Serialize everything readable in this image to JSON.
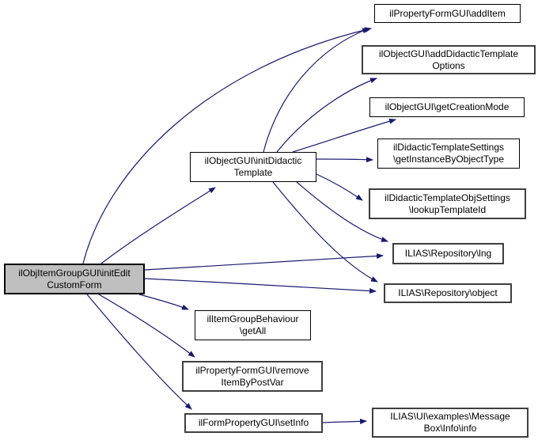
{
  "diagram": {
    "type": "call-graph",
    "background_color": "#ffffff",
    "edge_color": "#191970",
    "node_fill": "#ffffff",
    "node_border_color": "#000000",
    "main_node_fill": "#bfbfbf",
    "text_color": "#000000"
  },
  "nodes": {
    "initEditCustomForm": {
      "label": "ilObjItemGroupGUI\\initEdit\nCustomForm",
      "role": "root"
    },
    "initDidacticTemplate": {
      "label": "ilObjectGUI\\initDidactic\nTemplate"
    },
    "addItem": {
      "label": "ilPropertyFormGUI\\addItem"
    },
    "addDidacticTemplateOptions": {
      "label": "ilObjectGUI\\addDidacticTemplate\nOptions"
    },
    "getCreationMode": {
      "label": "ilObjectGUI\\getCreationMode"
    },
    "getInstanceByObjectType": {
      "label": "ilDidacticTemplateSettings\n\\getInstanceByObjectType"
    },
    "lookupTemplateId": {
      "label": "ilDidacticTemplateObjSettings\n\\lookupTemplateId"
    },
    "lng": {
      "label": "ILIAS\\Repository\\lng"
    },
    "object": {
      "label": "ILIAS\\Repository\\object"
    },
    "getAll": {
      "label": "ilItemGroupBehaviour\n\\getAll"
    },
    "removeItemByPostVar": {
      "label": "ilPropertyFormGUI\\remove\nItemByPostVar"
    },
    "setInfo": {
      "label": "ilFormPropertyGUI\\setInfo"
    },
    "messageBoxInfo": {
      "label": "ILIAS\\UI\\examples\\Message\nBox\\Info\\info"
    }
  },
  "edges": [
    {
      "from": "initEditCustomForm",
      "to": "addItem"
    },
    {
      "from": "initEditCustomForm",
      "to": "initDidacticTemplate"
    },
    {
      "from": "initEditCustomForm",
      "to": "lng"
    },
    {
      "from": "initEditCustomForm",
      "to": "object"
    },
    {
      "from": "initEditCustomForm",
      "to": "getAll"
    },
    {
      "from": "initEditCustomForm",
      "to": "removeItemByPostVar"
    },
    {
      "from": "initEditCustomForm",
      "to": "setInfo"
    },
    {
      "from": "initDidacticTemplate",
      "to": "addItem"
    },
    {
      "from": "initDidacticTemplate",
      "to": "addDidacticTemplateOptions"
    },
    {
      "from": "initDidacticTemplate",
      "to": "getCreationMode"
    },
    {
      "from": "initDidacticTemplate",
      "to": "getInstanceByObjectType"
    },
    {
      "from": "initDidacticTemplate",
      "to": "lookupTemplateId"
    },
    {
      "from": "initDidacticTemplate",
      "to": "lng"
    },
    {
      "from": "initDidacticTemplate",
      "to": "object"
    },
    {
      "from": "setInfo",
      "to": "messageBoxInfo"
    }
  ]
}
